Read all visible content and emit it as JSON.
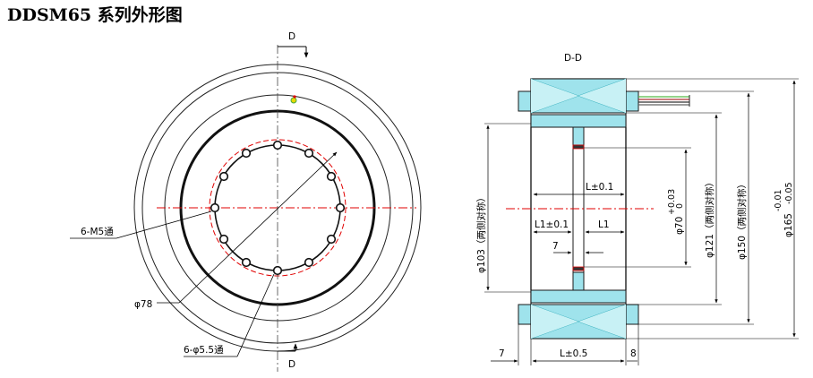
{
  "title": "DDSM65 系列外形图",
  "front_view": {
    "section_mark_top": "D",
    "section_mark_bottom": "D",
    "label_tapped_holes": "6-M5通",
    "label_pcd": "φ78",
    "label_through_holes": "6-φ5.5通"
  },
  "section_view": {
    "title": "D-D",
    "dim_d103": "φ103（两侧对称）",
    "dim_d121": "φ121（两侧对称）",
    "dim_d150": "φ150（两侧对称）",
    "dim_d70": "φ70",
    "dim_d70_tol_upper": "+0.03",
    "dim_d70_tol_lower": "0",
    "dim_d165": "φ165",
    "dim_d165_tol_upper": "-0.01",
    "dim_d165_tol_lower": "-0.05",
    "dim_L_tol01": "L±0.1",
    "dim_L1_tol01": "L1±0.1",
    "dim_L1": "L1",
    "dim_7_inner": "7",
    "dim_7_bottom": "7",
    "dim_L_tol05": "L±0.5",
    "dim_8": "8"
  },
  "colors": {
    "cyan_fill": "#9fe3ec",
    "cyan_stroke": "#2aa9b8",
    "center_line": "#e00000",
    "outline": "#1a1a1a"
  }
}
